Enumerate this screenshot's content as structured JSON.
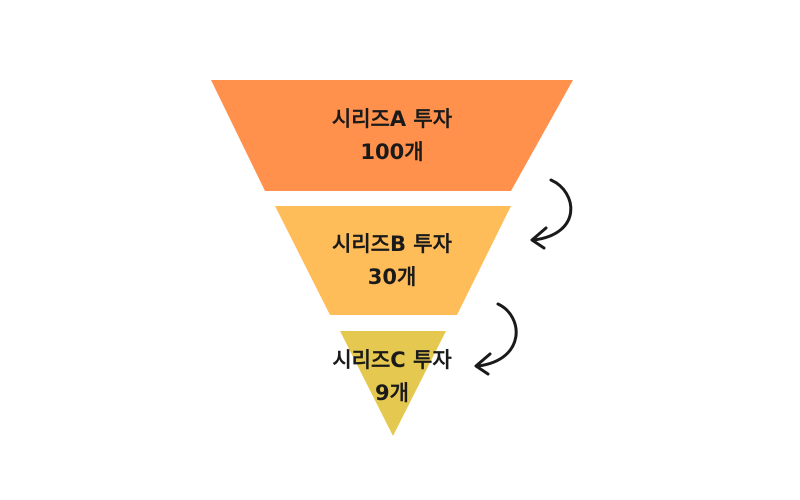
{
  "stages": [
    {
      "title": "시리즈A 투자",
      "count": "100개",
      "color": "#FF914D"
    },
    {
      "title": "시리즈B 투자",
      "count": "30개",
      "color": "#FFBD59"
    },
    {
      "title": "시리즈C 투자",
      "count": "9개",
      "color": "#E5C850"
    }
  ],
  "arrow_color": "#1a1a1a"
}
